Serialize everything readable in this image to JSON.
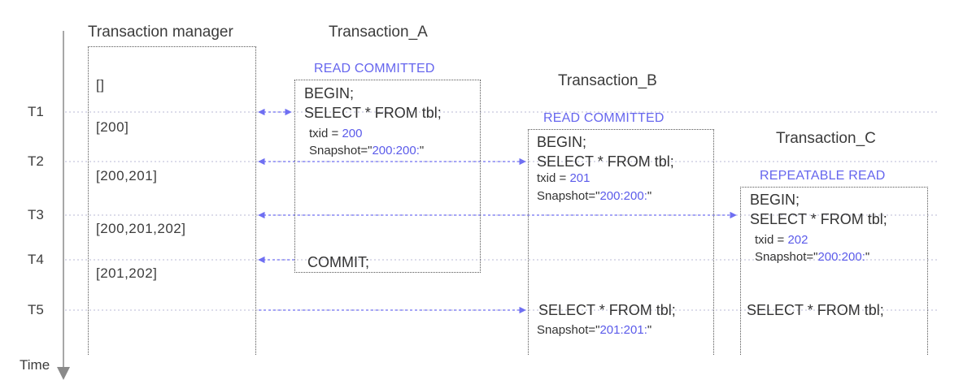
{
  "time_label": "Time",
  "time_marks": [
    "T1",
    "T2",
    "T3",
    "T4",
    "T5"
  ],
  "manager": {
    "title": "Transaction manager",
    "states": [
      "[]",
      "[200]",
      "[200,201]",
      "[200,201,202]",
      "[201,202]"
    ]
  },
  "transactions": [
    {
      "title": "Transaction_A",
      "isolation": "READ COMMITTED",
      "begin": "BEGIN;",
      "select": "SELECT * FROM tbl;",
      "txid_label": "txid = ",
      "txid": "200",
      "snapshot_label": "Snapshot=\"",
      "snapshot": "200:200:",
      "snapshot_close": "\"",
      "commit": "COMMIT;"
    },
    {
      "title": "Transaction_B",
      "isolation": "READ COMMITTED",
      "begin": "BEGIN;",
      "select": "SELECT * FROM tbl;",
      "txid_label": "txid = ",
      "txid": "201",
      "snapshot_label": "Snapshot=\"",
      "snapshot": "200:200:",
      "snapshot_close": "\"",
      "select2": "SELECT * FROM tbl;",
      "snapshot2_label": "Snapshot=\"",
      "snapshot2": "201:201:",
      "snapshot2_close": "\""
    },
    {
      "title": "Transaction_C",
      "isolation": "REPEATABLE READ",
      "begin": "BEGIN;",
      "select": "SELECT * FROM tbl;",
      "txid_label": "txid = ",
      "txid": "202",
      "snapshot_label": "Snapshot=\"",
      "snapshot": "200:200:",
      "snapshot_close": "\"",
      "select2": "SELECT * FROM tbl;"
    }
  ],
  "colors": {
    "arrow": "#6f6ff2",
    "dotted_line": "#b8b8d8",
    "box_border": "#555555",
    "text": "#3c3c3c",
    "accent": "#5b5bea"
  }
}
